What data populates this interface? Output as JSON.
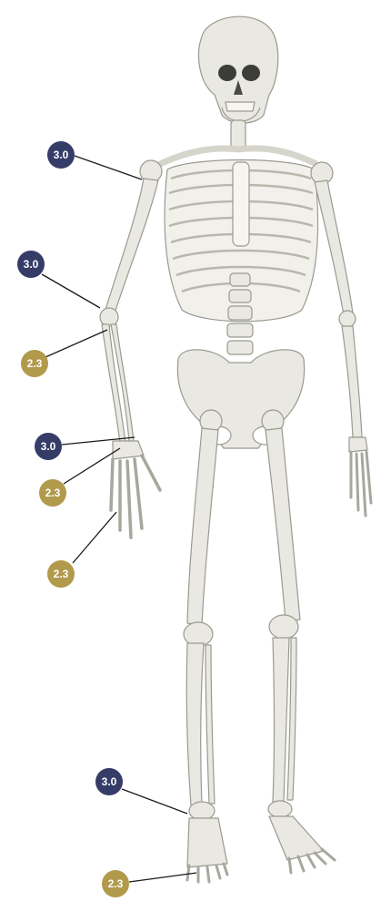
{
  "colors": {
    "badge_navy": "#363c68",
    "badge_gold": "#b19a4b",
    "leader_line": "#1a1a1a",
    "bone_fill": "#e9e8e2",
    "bone_stroke": "#9a9a90"
  },
  "figure": {
    "subject": "skeleton-front-view"
  },
  "callouts": [
    {
      "label": "3.0",
      "color": "navy"
    },
    {
      "label": "3.0",
      "color": "navy"
    },
    {
      "label": "2.3",
      "color": "gold"
    },
    {
      "label": "3.0",
      "color": "navy"
    },
    {
      "label": "2.3",
      "color": "gold"
    },
    {
      "label": "2.3",
      "color": "gold"
    },
    {
      "label": "3.0",
      "color": "navy"
    },
    {
      "label": "2.3",
      "color": "gold"
    }
  ]
}
